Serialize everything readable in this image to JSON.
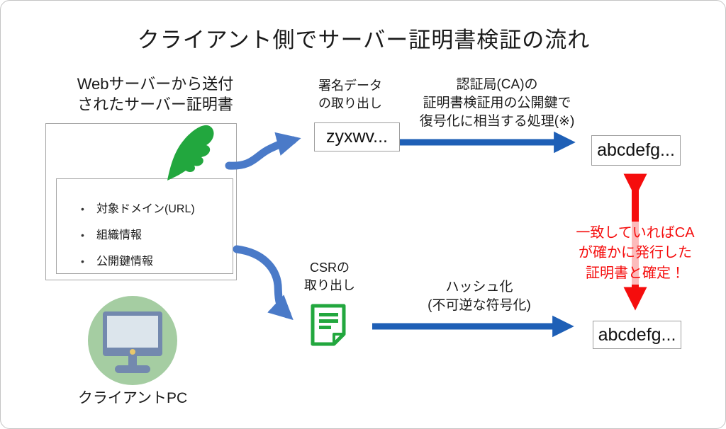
{
  "title": "クライアント側でサーバー証明書検証の流れ",
  "server_cert": {
    "heading": "Webサーバーから送付\nされたサーバー証明書",
    "bullet": "•",
    "items": [
      "対象ドメイン(URL)",
      "組織情報",
      "公開鍵情報"
    ]
  },
  "signature_flow": {
    "extract_label": "署名データ\nの取り出し",
    "extracted_value": "zyxwv...",
    "process_label": "認証局(CA)の\n証明書検証用の公開鍵で\n復号化に相当する処理(※)",
    "result_value": "abcdefg..."
  },
  "csr_flow": {
    "extract_label": "CSRの\n取り出し",
    "process_label": "ハッシュ化\n(不可逆な符号化)",
    "result_value": "abcdefg..."
  },
  "comparison_note": "一致していればCA\nが確かに発行した\n証明書と確定！",
  "client": {
    "label": "クライアントPC"
  },
  "colors": {
    "curved_arrow_blue": "#4a7ac8",
    "straight_arrow_blue": "#1e5fb6",
    "accent_green": "#22a73e",
    "pc_circle_green": "#a5cda2",
    "pc_monitor_blue": "#7389ae",
    "pc_screen_gray": "#dce5ec",
    "pc_power_dot_yellow": "#e8c76b",
    "alert_red": "#f50d0d",
    "box_border_gray": "#9e9e9e"
  }
}
